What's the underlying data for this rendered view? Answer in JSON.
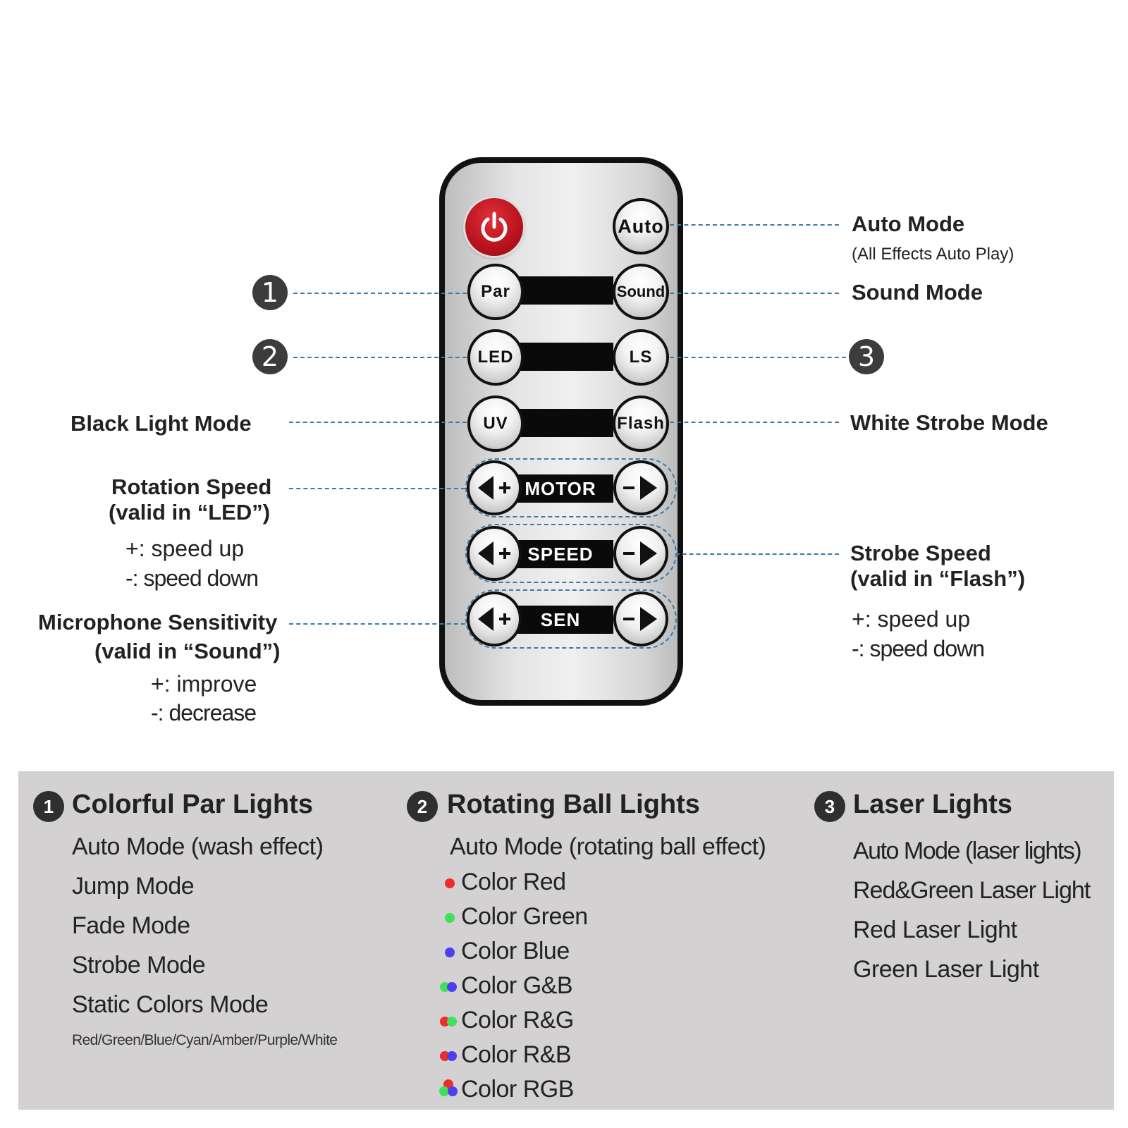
{
  "remote": {
    "buttons": {
      "auto": "Auto",
      "par": "Par",
      "sound": "Sound",
      "led": "LED",
      "ls": "LS",
      "uv": "UV",
      "flash": "Flash"
    },
    "bars": {
      "motor": "MOTOR",
      "speed": "SPEED",
      "sen": "SEN"
    },
    "plus": "+",
    "minus": "–"
  },
  "callouts": {
    "auto_mode": "Auto Mode",
    "auto_mode_sub": "(All Effects Auto Play)",
    "sound_mode": "Sound Mode",
    "black_light_mode": "Black Light Mode",
    "white_strobe_mode": "White Strobe Mode",
    "rotation_speed": "Rotation Speed",
    "rotation_speed_valid": "(valid in “LED”)",
    "rotation_plus": "+: speed up",
    "rotation_minus": "-: speed down",
    "strobe_speed": "Strobe Speed",
    "strobe_speed_valid": "(valid in “Flash”)",
    "strobe_plus": "+: speed up",
    "strobe_minus": "-: speed down",
    "mic_sensitivity": "Microphone Sensitivity",
    "mic_valid": "(valid in “Sound”)",
    "mic_plus": "+: improve",
    "mic_minus": "-: decrease",
    "num1": "1",
    "num2": "2",
    "num3": "3"
  },
  "legend": {
    "sections": [
      {
        "num": "1",
        "title": "Colorful Par Lights",
        "items": [
          "Auto Mode (wash effect)",
          "Jump Mode",
          "Fade Mode",
          "Strobe Mode",
          "Static Colors Mode"
        ],
        "note": "Red/Green/Blue/Cyan/Amber/Purple/White"
      },
      {
        "num": "2",
        "title": "Rotating Ball Lights",
        "items": [
          "Auto Mode (rotating ball effect)",
          "Color Red",
          "Color Green",
          "Color Blue",
          "Color G&B",
          "Color R&G",
          "Color R&B",
          "Color RGB"
        ]
      },
      {
        "num": "3",
        "title": "Laser Lights",
        "items": [
          "Auto Mode (laser lights)",
          "Red&Green Laser Light",
          "Red Laser Light",
          "Green Laser Light"
        ]
      }
    ],
    "colors": {
      "red": "#ef2b2b",
      "green": "#3fe05a",
      "blue": "#4b3ff0"
    }
  }
}
